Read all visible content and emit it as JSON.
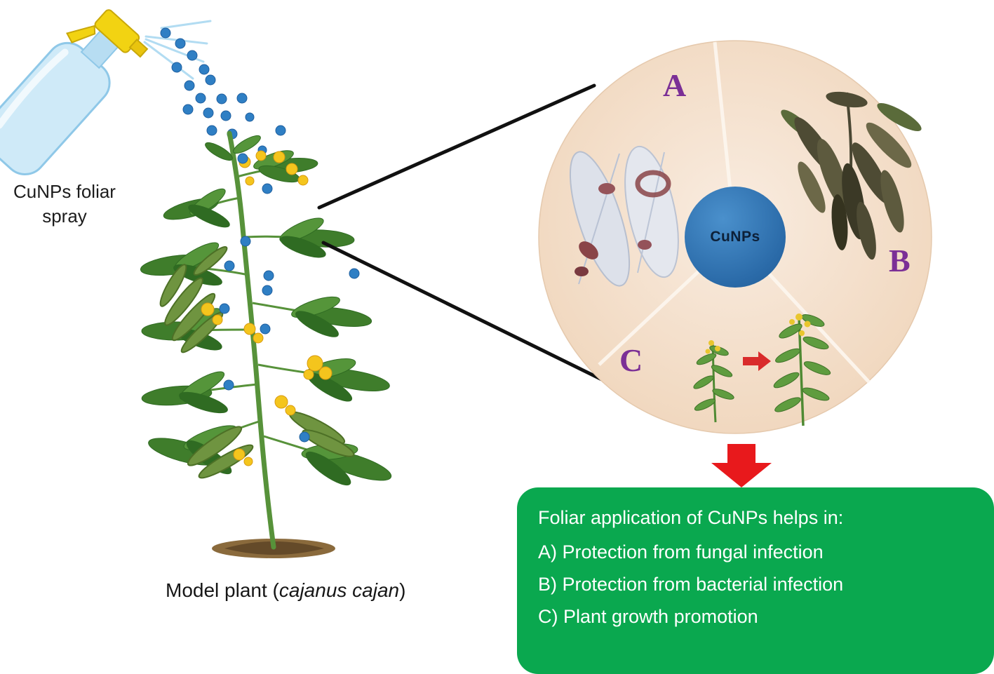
{
  "spray_label": {
    "line1": "CuNPs foliar",
    "line2": "spray"
  },
  "plant_caption": {
    "prefix": "Model plant (",
    "italic": "cajanus cajan",
    "suffix": ")"
  },
  "magnifier": {
    "sector_a_label": "A",
    "sector_b_label": "B",
    "sector_c_label": "C",
    "center_label": "CuNPs"
  },
  "result_box": {
    "title": "Foliar application of CuNPs helps in:",
    "items": [
      "A) Protection from fungal infection",
      "B) Protection from bacterial infection",
      "C) Plant growth promotion"
    ]
  },
  "colors": {
    "result_box_green": "#0aa84f",
    "arrow_red": "#e8191c",
    "droplet_blue": "#2f7fc4",
    "magnifier_fill": "#f4dcc5",
    "center_circle_blue": "#2e75b6",
    "sector_letter_purple": "#7b2f96",
    "spray_bottle_blue": "#cfeaf8",
    "nozzle_yellow": "#f2d312"
  }
}
